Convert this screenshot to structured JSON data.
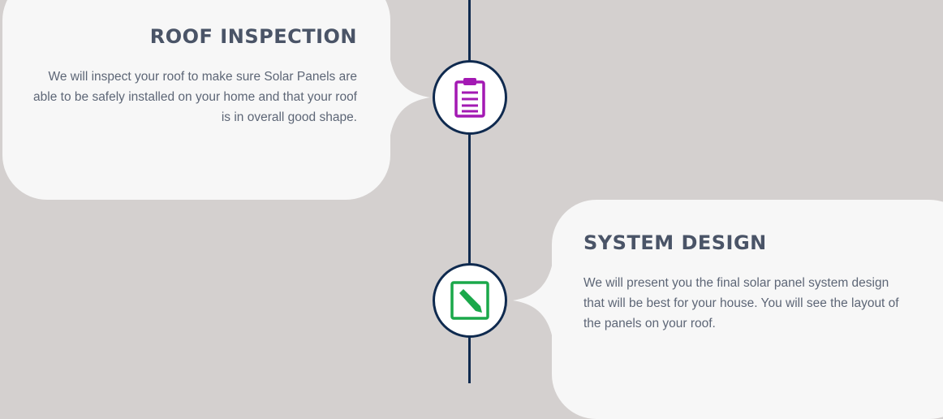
{
  "steps": [
    {
      "title": "ROOF INSPECTION",
      "text": "We will inspect your roof to make sure Solar Panels are able to be safely installed on your home and that your roof is in overall good shape.",
      "icon": "clipboard-icon",
      "icon_color": "#a319b3"
    },
    {
      "title": "SYSTEM DESIGN",
      "text": "We will present you the final solar panel system design that will be best for your house. You will see the layout of the panels on your roof.",
      "icon": "pencil-square-icon",
      "icon_color": "#1aa84a"
    }
  ],
  "colors": {
    "background": "#d4d0cf",
    "card": "#f7f7f7",
    "timeline": "#0f2a4f",
    "title": "#4a5467",
    "text": "#5d6676"
  }
}
